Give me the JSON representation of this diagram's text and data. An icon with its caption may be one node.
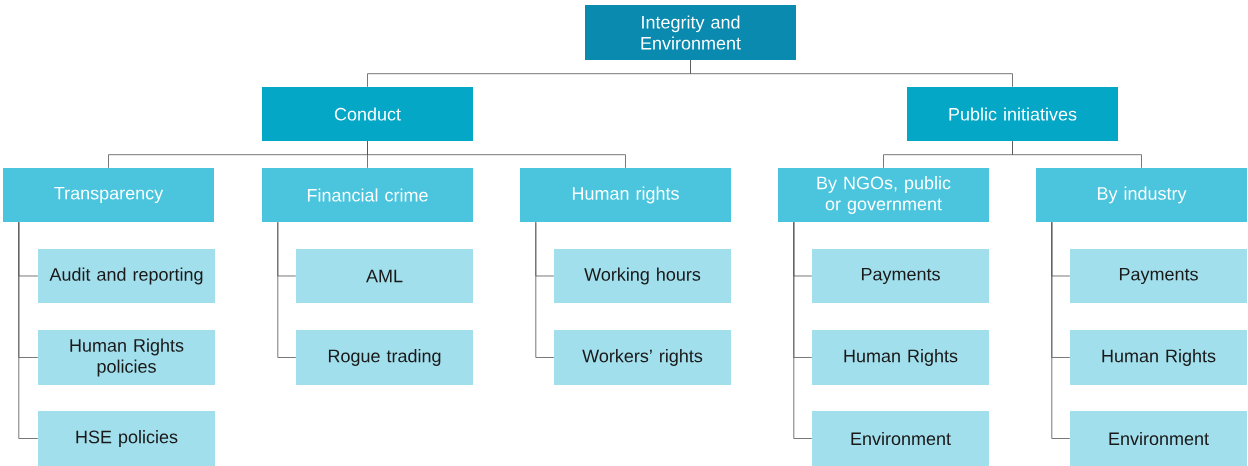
{
  "diagram": {
    "nodes": [
      {
        "text": [
          "Integrity and Environment"
        ]
      },
      {
        "text": [
          "Conduct"
        ]
      },
      {
        "text": [
          "Public initiatives"
        ]
      },
      {
        "text": [
          "Transparency"
        ]
      },
      {
        "text": [
          "Financial crime"
        ]
      },
      {
        "text": [
          "Human rights"
        ]
      },
      {
        "text": [
          "By NGOs, public or government"
        ]
      },
      {
        "text": [
          "By industry"
        ]
      },
      {
        "text": [
          "Audit and reporting"
        ]
      },
      {
        "text": [
          "Human Rights policies"
        ]
      },
      {
        "text": [
          "HSE policies"
        ]
      },
      {
        "text": [
          "AML"
        ]
      },
      {
        "text": [
          "Rogue trading"
        ]
      },
      {
        "text": [
          "Working hours"
        ]
      },
      {
        "text": [
          "Workers’ rights"
        ]
      },
      {
        "text": [
          "Payments"
        ]
      },
      {
        "text": [
          "Human Rights"
        ]
      },
      {
        "text": [
          "Environment"
        ]
      },
      {
        "text": [
          "Payments"
        ]
      },
      {
        "text": [
          "Human Rights"
        ]
      },
      {
        "text": [
          "Environment"
        ]
      }
    ],
    "edges": [
      {
        "from": 0,
        "to": 1,
        "arrow": "none"
      },
      {
        "from": 0,
        "to": 2,
        "arrow": "none"
      },
      {
        "from": 1,
        "to": 3,
        "arrow": "none"
      },
      {
        "from": 1,
        "to": 4,
        "arrow": "none"
      },
      {
        "from": 1,
        "to": 5,
        "arrow": "none"
      },
      {
        "from": 2,
        "to": 6,
        "arrow": "none"
      },
      {
        "from": 2,
        "to": 7,
        "arrow": "none"
      },
      {
        "from": 3,
        "to": 8,
        "arrow": "none"
      },
      {
        "from": 3,
        "to": 9,
        "arrow": "none"
      },
      {
        "from": 3,
        "to": 10,
        "arrow": "none"
      },
      {
        "from": 4,
        "to": 11,
        "arrow": "none"
      },
      {
        "from": 4,
        "to": 12,
        "arrow": "none"
      },
      {
        "from": 5,
        "to": 13,
        "arrow": "none"
      },
      {
        "from": 5,
        "to": 14,
        "arrow": "none"
      },
      {
        "from": 6,
        "to": 15,
        "arrow": "none"
      },
      {
        "from": 6,
        "to": 16,
        "arrow": "none"
      },
      {
        "from": 6,
        "to": 17,
        "arrow": "none"
      },
      {
        "from": 7,
        "to": 18,
        "arrow": "none"
      },
      {
        "from": 7,
        "to": 19,
        "arrow": "none"
      },
      {
        "from": 7,
        "to": 20,
        "arrow": "none"
      }
    ]
  }
}
